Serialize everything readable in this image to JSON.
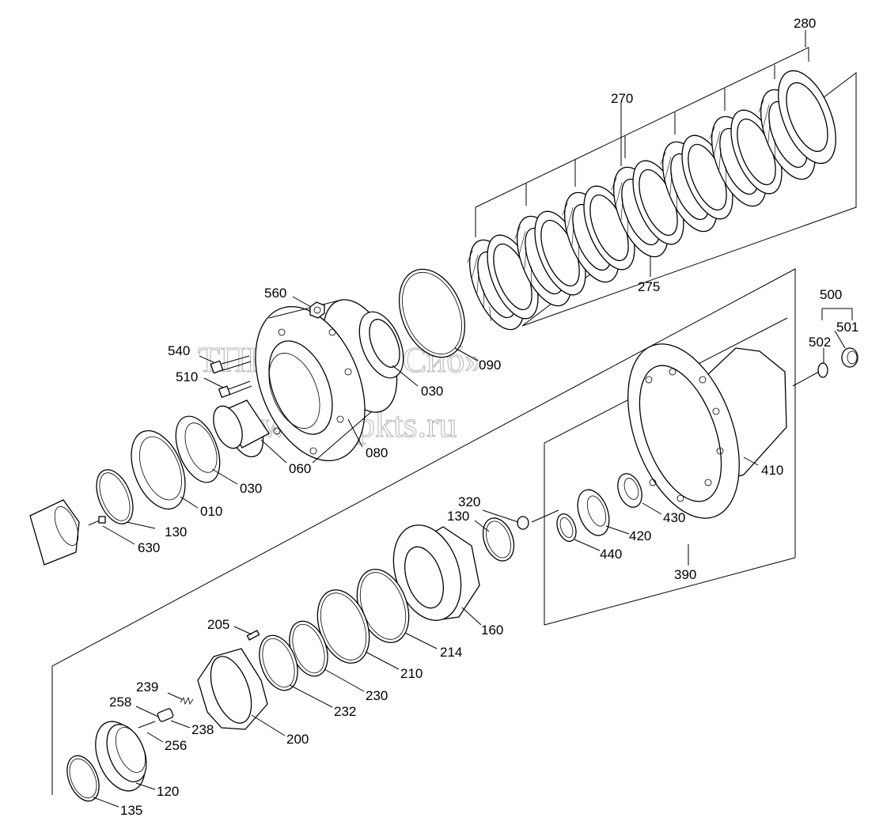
{
  "watermark": {
    "line1": "ТПК «Техно-Сиб»",
    "line2": "www.tpkts.ru"
  },
  "callouts": [
    {
      "id": "280",
      "text": "280"
    },
    {
      "id": "270",
      "text": "270"
    },
    {
      "id": "275",
      "text": "275"
    },
    {
      "id": "560",
      "text": "560"
    },
    {
      "id": "540",
      "text": "540"
    },
    {
      "id": "510",
      "text": "510"
    },
    {
      "id": "090",
      "text": "090"
    },
    {
      "id": "030a",
      "text": "030"
    },
    {
      "id": "500",
      "text": "500"
    },
    {
      "id": "501",
      "text": "501"
    },
    {
      "id": "502",
      "text": "502"
    },
    {
      "id": "060",
      "text": "060"
    },
    {
      "id": "080",
      "text": "080"
    },
    {
      "id": "030b",
      "text": "030"
    },
    {
      "id": "010",
      "text": "010"
    },
    {
      "id": "410",
      "text": "410"
    },
    {
      "id": "130a",
      "text": "130"
    },
    {
      "id": "630",
      "text": "630"
    },
    {
      "id": "320",
      "text": "320"
    },
    {
      "id": "130b",
      "text": "130"
    },
    {
      "id": "430",
      "text": "430"
    },
    {
      "id": "420",
      "text": "420"
    },
    {
      "id": "440",
      "text": "440"
    },
    {
      "id": "390",
      "text": "390"
    },
    {
      "id": "205",
      "text": "205"
    },
    {
      "id": "160",
      "text": "160"
    },
    {
      "id": "214",
      "text": "214"
    },
    {
      "id": "210",
      "text": "210"
    },
    {
      "id": "239",
      "text": "239"
    },
    {
      "id": "230",
      "text": "230"
    },
    {
      "id": "258",
      "text": "258"
    },
    {
      "id": "232",
      "text": "232"
    },
    {
      "id": "238",
      "text": "238"
    },
    {
      "id": "256",
      "text": "256"
    },
    {
      "id": "200",
      "text": "200"
    },
    {
      "id": "120",
      "text": "120"
    },
    {
      "id": "135",
      "text": "135"
    }
  ]
}
